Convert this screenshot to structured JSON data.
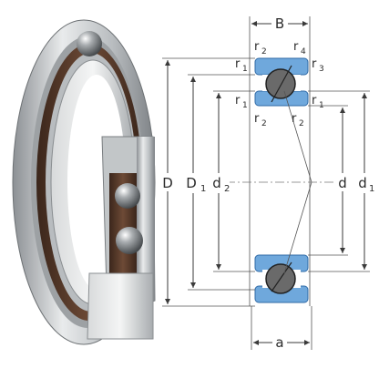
{
  "photo": {
    "icon": "angular-contact-ball-bearing-cutaway",
    "colors": {
      "steel": "#c9ccce",
      "cage": "#5a3a2a",
      "ball": "#8e9296"
    }
  },
  "drawing": {
    "colors": {
      "ring_fill": "#6fa8dc",
      "ring_stroke": "#2f6aa6",
      "ball": "#6a6a6a",
      "line": "#3a3a3a"
    },
    "width_label": "B",
    "outer_diameter_label": "D",
    "shoulder_outer_label": {
      "main": "D",
      "sub": "1"
    },
    "shoulder_inner_label": {
      "main": "d",
      "sub": "2"
    },
    "bore_label": "d",
    "inner_ring_outer_label": {
      "main": "d",
      "sub": "1"
    },
    "pressure_center_label": "a",
    "chamfers": {
      "r1_outer_left": {
        "main": "r",
        "sub": "1"
      },
      "r2_top": {
        "main": "r",
        "sub": "2"
      },
      "r4_top": {
        "main": "r",
        "sub": "4"
      },
      "r3_right": {
        "main": "r",
        "sub": "3"
      },
      "r1_inner_left": {
        "main": "r",
        "sub": "1"
      },
      "r1_inner_right": {
        "main": "r",
        "sub": "1"
      },
      "r2_lower_left": {
        "main": "r",
        "sub": "2"
      },
      "r2_lower_right": {
        "main": "r",
        "sub": "2"
      }
    }
  }
}
